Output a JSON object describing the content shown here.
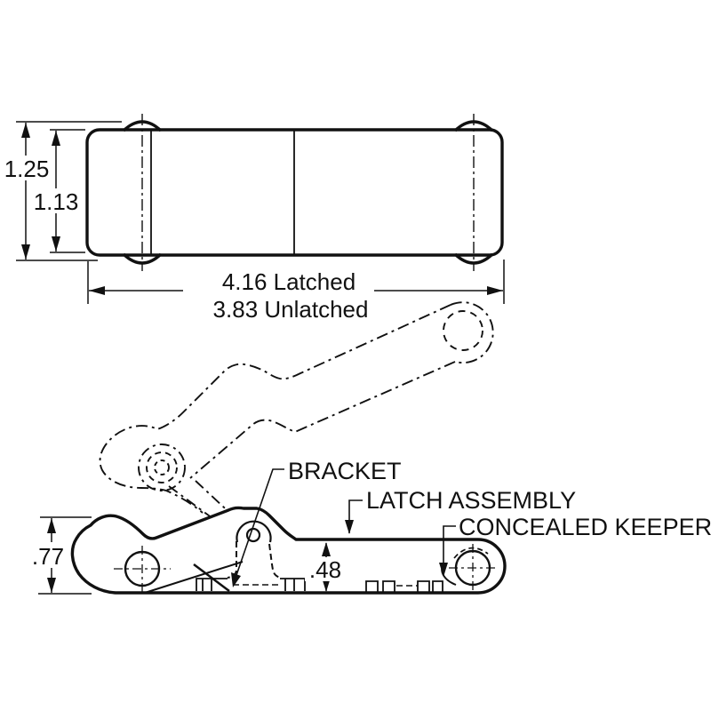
{
  "page": {
    "background": "#ffffff",
    "line_color": "#111111",
    "description": "Technical engineering drawing of a draw latch, top view and side view with phantom (unlatched) position"
  },
  "top_view": {
    "dim_overall_height": "1.25",
    "dim_body_height": "1.13",
    "dim_length_latched": "4.16 Latched",
    "dim_length_unlatched": "3.83 Unlatched"
  },
  "side_view": {
    "dim_overall_height": ".77",
    "dim_keeper_height": ".48"
  },
  "labels": {
    "bracket": "BRACKET",
    "latch_assembly": "LATCH ASSEMBLY",
    "concealed_keeper": "CONCEALED KEEPER"
  }
}
